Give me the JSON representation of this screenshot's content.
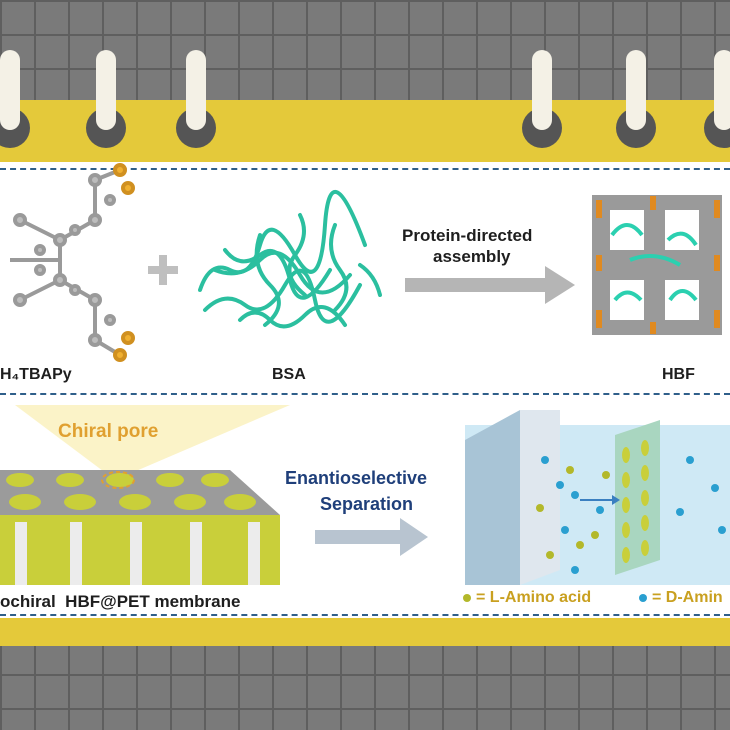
{
  "top_row": {
    "label_left": "H₄TBAPy",
    "label_center": "BSA",
    "arrow_text_line1": "Protein-directed",
    "arrow_text_line2": "assembly",
    "label_right": "HBF"
  },
  "bottom_row": {
    "pore_label": "Chiral pore",
    "membrane_label": "ochiral  HBF@PET membrane",
    "arrow_text_line1": "Enantioselective",
    "arrow_text_line2": "Separation",
    "legend_l": "= L-Amino acid",
    "legend_d": "= D-Amin"
  },
  "colors": {
    "yellow_band": "#e4c93a",
    "pore_text": "#e0a030",
    "arrow_text_blue": "#1f3f7a",
    "legend_text": "#c9a020",
    "bsa_teal": "#2bbf9f",
    "l_amino": "#b3b82a",
    "d_amino": "#2a9fd0"
  }
}
